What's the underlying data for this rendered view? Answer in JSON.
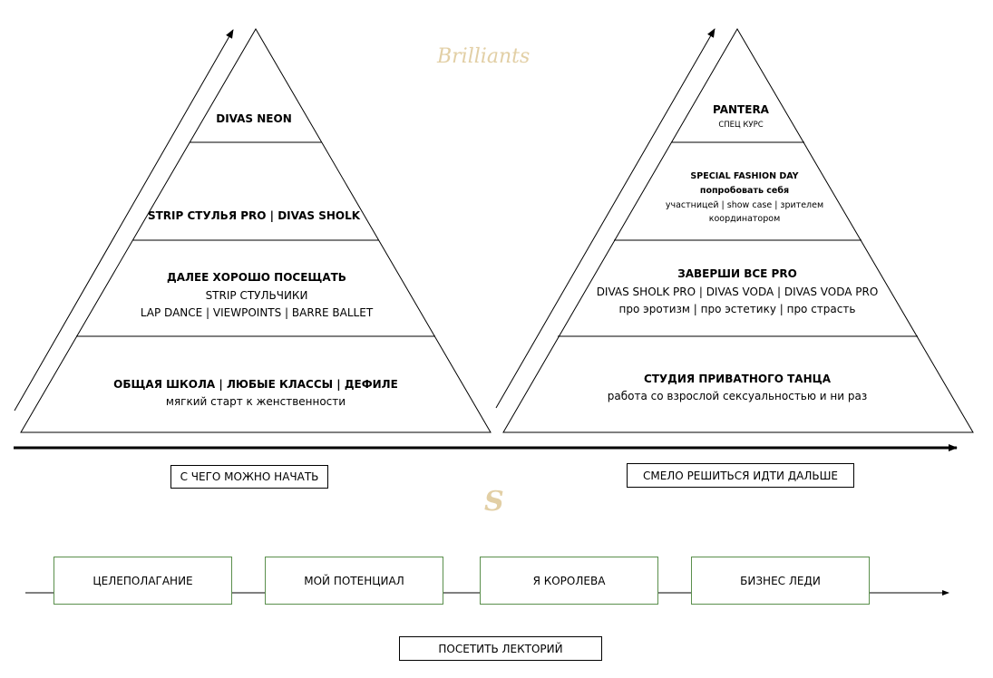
{
  "brand": {
    "logo_text": "Brilliants",
    "monogram": "S",
    "gold": "#e2cfa5"
  },
  "left_pyramid": {
    "levels": [
      {
        "title": "DIVAS NEON"
      },
      {
        "title": "STRIP СТУЛЬЯ PRO | DIVAS SHOLK"
      },
      {
        "title": "ДАЛЕЕ ХОРОШО ПОСЕЩАТЬ",
        "line1": "STRIP СТУЛЬЧИКИ",
        "line2": "LAP DANCE | VIEWPOINTS | BARRE BALLET"
      },
      {
        "title": "ОБЩАЯ ШКОЛА | ЛЮБЫЕ КЛАССЫ | ДЕФИЛЕ",
        "line1": "мягкий старт к женственности"
      }
    ],
    "caption": "С ЧЕГО МОЖНО НАЧАТЬ"
  },
  "right_pyramid": {
    "levels": [
      {
        "title": "PANTERA",
        "line1": "СПЕЦ КУРС"
      },
      {
        "title": "SPECIAL FASHION DAY",
        "line1": "попробовать себя",
        "line2": "участницей | show case | зрителем",
        "line3": "координатором"
      },
      {
        "title": "ЗАВЕРШИ ВСЕ PRO",
        "line1": "DIVAS SHOLK PRO | DIVAS VODA | DIVAS VODA PRO",
        "line2": "про эротизм | про эстетику | про страсть"
      },
      {
        "title": "СТУДИЯ ПРИВАТНОГО ТАНЦА",
        "line1": "работа со взрослой сексуальностью и ни раз"
      }
    ],
    "caption": "СМЕЛО РЕШИТЬСЯ ИДТИ ДАЛЬШЕ"
  },
  "timeline": {
    "steps": [
      "ЦЕЛЕПОЛАГАНИЕ",
      "МОЙ ПОТЕНЦИАЛ",
      "Я КОРОЛЕВА",
      "БИЗНЕС ЛЕДИ"
    ],
    "step_border_color": "#5a8f4c",
    "cta": "ПОСЕТИТЬ ЛЕКТОРИЙ"
  }
}
